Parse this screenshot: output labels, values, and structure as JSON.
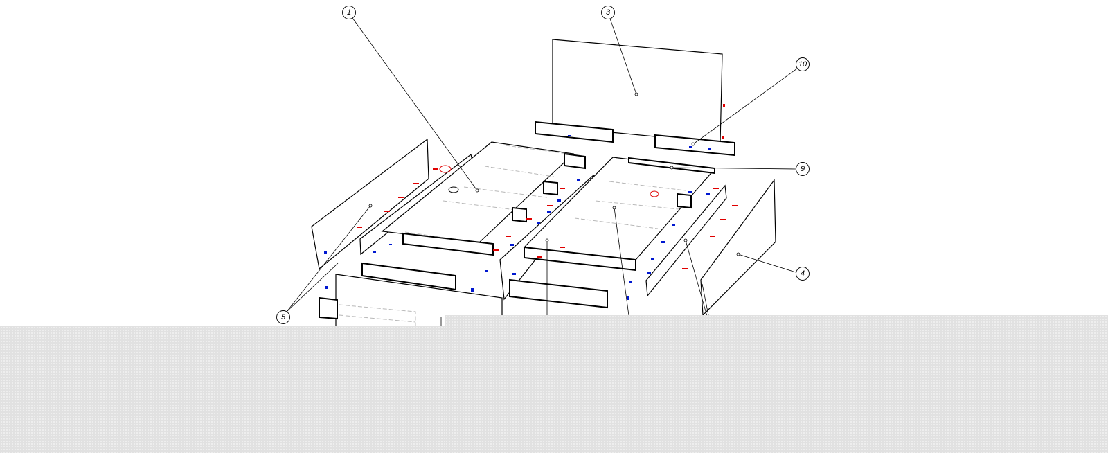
{
  "diagram": {
    "type": "exploded assembly drawing",
    "callouts": [
      {
        "label": "1"
      },
      {
        "label": "3"
      },
      {
        "label": "10"
      },
      {
        "label": "9"
      },
      {
        "label": "4"
      },
      {
        "label": "5"
      }
    ],
    "colors": {
      "line": "#000000",
      "hidden_line": "#b8b8b8",
      "fastener_red": "#e00000",
      "fastener_blue": "#0018d0",
      "overlay": "#e1e1e1"
    }
  }
}
